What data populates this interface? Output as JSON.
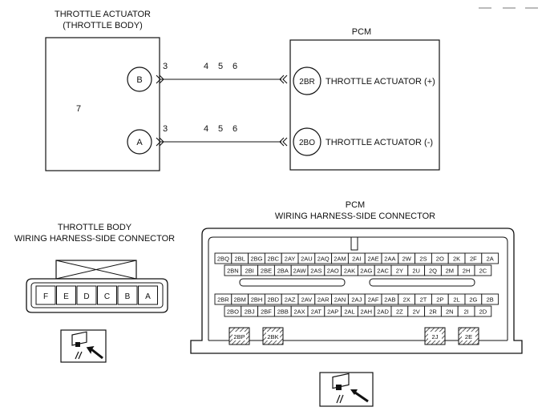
{
  "top": {
    "actuator_title_1": "THROTTLE ACTUATOR",
    "actuator_title_2": "(THROTTLE BODY)",
    "pcm_title": "PCM",
    "actuator_box_number": "7",
    "terminal_b": "B",
    "terminal_a": "A",
    "wire_note_left": "3",
    "wire_note_mid": "4",
    "wire_note_mid2": "5",
    "wire_note_right": "6",
    "pcm_terminal_upper": "2BR",
    "pcm_terminal_lower": "2BO",
    "pcm_label_upper": "THROTTLE ACTUATOR (+)",
    "pcm_label_lower": "THROTTLE ACTUATOR (-)"
  },
  "throttle_connector": {
    "title_1": "THROTTLE BODY",
    "title_2": "WIRING HARNESS-SIDE CONNECTOR",
    "pins": [
      "F",
      "E",
      "D",
      "C",
      "B",
      "A"
    ]
  },
  "pcm_connector": {
    "title_1": "PCM",
    "title_2": "WIRING HARNESS-SIDE CONNECTOR",
    "rows": [
      [
        "2BQ",
        "2BL",
        "2BG",
        "2BC",
        "2AY",
        "2AU",
        "2AQ",
        "2AM",
        "2AI",
        "2AE",
        "2AA",
        "2W",
        "2S",
        "2O",
        "2K",
        "2F",
        "2A"
      ],
      [
        "2BN",
        "2BI",
        "2BE",
        "2BA",
        "2AW",
        "2AS",
        "2AO",
        "2AK",
        "2AG",
        "2AC",
        "2Y",
        "2U",
        "2Q",
        "2M",
        "2H",
        "2C"
      ],
      [
        "2BR",
        "2BM",
        "2BH",
        "2BD",
        "2AZ",
        "2AV",
        "2AR",
        "2AN",
        "2AJ",
        "2AF",
        "2AB",
        "2X",
        "2T",
        "2P",
        "2L",
        "2G",
        "2B"
      ],
      [
        "2BO",
        "2BJ",
        "2BF",
        "2BB",
        "2AX",
        "2AT",
        "2AP",
        "2AL",
        "2AH",
        "2AD",
        "2Z",
        "2V",
        "2R",
        "2N",
        "2I",
        "2D"
      ]
    ],
    "special_pins": [
      "2BP",
      "2BK",
      "2J",
      "2E"
    ]
  }
}
